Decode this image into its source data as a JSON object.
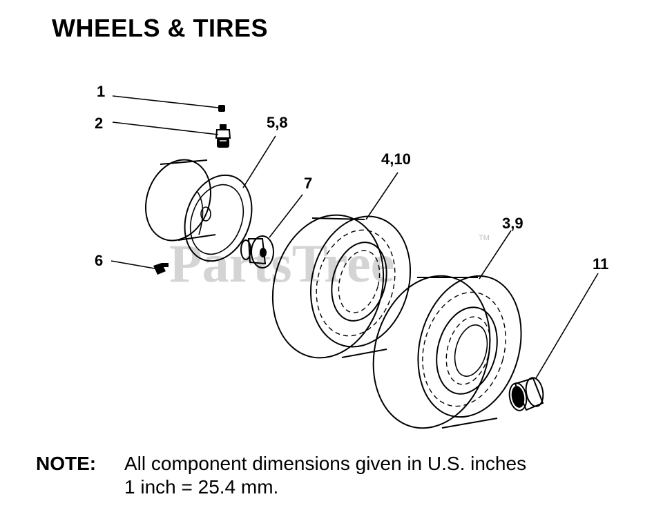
{
  "title": "WHEELS & TIRES",
  "watermark": "PartsTree",
  "watermark_tm": "TM",
  "callouts": [
    {
      "id": "callout-1",
      "label": "1"
    },
    {
      "id": "callout-2",
      "label": "2"
    },
    {
      "id": "callout-5-8",
      "label": "5,8"
    },
    {
      "id": "callout-7",
      "label": "7"
    },
    {
      "id": "callout-4-10",
      "label": "4,10"
    },
    {
      "id": "callout-3-9",
      "label": "3,9"
    },
    {
      "id": "callout-6",
      "label": "6"
    },
    {
      "id": "callout-11",
      "label": "11"
    }
  ],
  "note": {
    "label": "NOTE:",
    "line1": "All component dimensions given in U.S. inches",
    "line2": "1 inch = 25.4 mm."
  }
}
